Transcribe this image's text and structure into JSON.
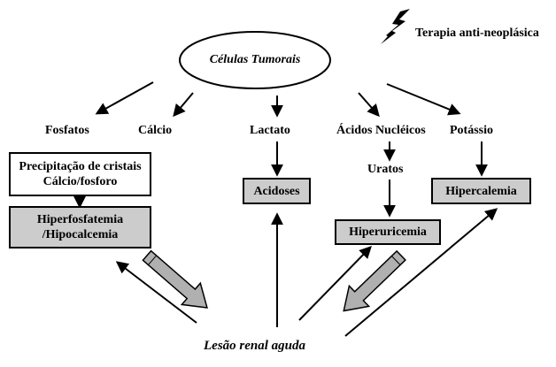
{
  "center": "Células Tumorais",
  "therapy": "Terapia anti-neoplásica",
  "labels": {
    "fosfatos": "Fosfatos",
    "calcio": "Cálcio",
    "lactato": "Lactato",
    "acidos": "Ácidos Nucléicos",
    "potassio": "Potássio",
    "uratos": "Uratos"
  },
  "boxes": {
    "precip_line1": "Precipitação de cristais",
    "precip_line2": "Cálcio/fosforo",
    "hiperfos_line1": "Hiperfosfatemia",
    "hiperfos_line2": "/Hipocalcemia",
    "acidoses": "Acidoses",
    "hiperuricemia": "Hiperuricemia",
    "hipercalemia": "Hipercalemia"
  },
  "bottom": "Lesão renal aguda",
  "colors": {
    "box_fill": "#cccccc",
    "stroke": "#000000",
    "big_arrow_fill": "#b0b0b0"
  }
}
